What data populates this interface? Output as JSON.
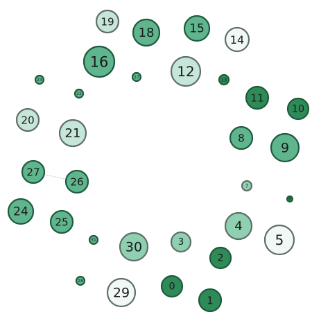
{
  "colors": {
    "dark": "#2e8b57",
    "medium": "#5fb58d",
    "light": "#8fd0b0",
    "pale": "#c5e6d8",
    "white": "#f2f8f5",
    "stroke_dark": "#1e5a3c",
    "stroke_light": "#5f6e68"
  },
  "nodes": [
    {
      "label": "0",
      "shade": "dark"
    },
    {
      "label": "1",
      "shade": "dark"
    },
    {
      "label": "2",
      "shade": "dark"
    },
    {
      "label": "3",
      "shade": "light"
    },
    {
      "label": "4",
      "shade": "light"
    },
    {
      "label": "5",
      "shade": "white"
    },
    {
      "label": "6",
      "shade": "dark"
    },
    {
      "label": "7",
      "shade": "light"
    },
    {
      "label": "8",
      "shade": "medium"
    },
    {
      "label": "9",
      "shade": "medium"
    },
    {
      "label": "10",
      "shade": "dark"
    },
    {
      "label": "11",
      "shade": "dark"
    },
    {
      "label": "12",
      "shade": "pale"
    },
    {
      "label": "13",
      "shade": "dark"
    },
    {
      "label": "14",
      "shade": "white"
    },
    {
      "label": "15",
      "shade": "medium"
    },
    {
      "label": "16",
      "shade": "medium"
    },
    {
      "label": "17",
      "shade": "medium"
    },
    {
      "label": "18",
      "shade": "medium"
    },
    {
      "label": "19",
      "shade": "pale"
    },
    {
      "label": "20",
      "shade": "pale"
    },
    {
      "label": "21",
      "shade": "pale"
    },
    {
      "label": "22",
      "shade": "medium"
    },
    {
      "label": "23",
      "shade": "medium"
    },
    {
      "label": "24",
      "shade": "medium"
    },
    {
      "label": "25",
      "shade": "medium"
    },
    {
      "label": "26",
      "shade": "medium"
    },
    {
      "label": "27",
      "shade": "medium"
    },
    {
      "label": "28",
      "shade": "medium"
    },
    {
      "label": "29",
      "shade": "white"
    },
    {
      "label": "30",
      "shade": "light"
    },
    {
      "label": "31",
      "shade": "medium"
    }
  ],
  "edges": [
    {
      "source": "27",
      "target": "26"
    }
  ]
}
